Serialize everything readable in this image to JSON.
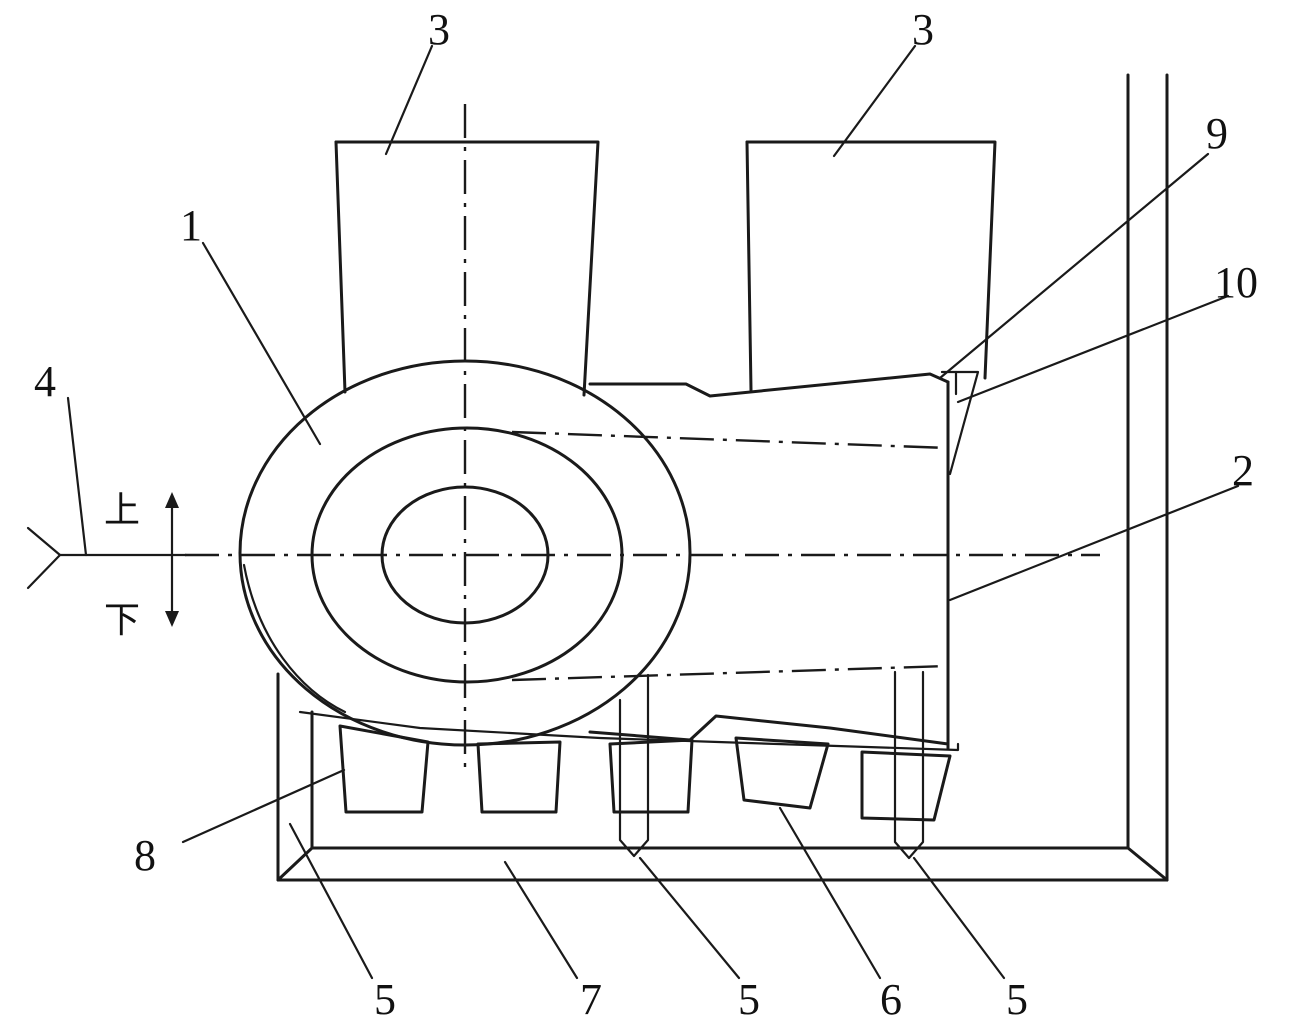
{
  "labels": {
    "part_1": "1",
    "part_2": "2",
    "part_3_left": "3",
    "part_3_right": "3",
    "part_4": "4",
    "part_5_a": "5",
    "part_5_b": "5",
    "part_5_c": "5",
    "part_6": "6",
    "part_7": "7",
    "part_8": "8",
    "part_9": "9",
    "part_10": "10"
  },
  "direction": {
    "up": "上",
    "down": "下"
  },
  "colors": {
    "line": "#1a1a1a",
    "background": "#ffffff"
  }
}
